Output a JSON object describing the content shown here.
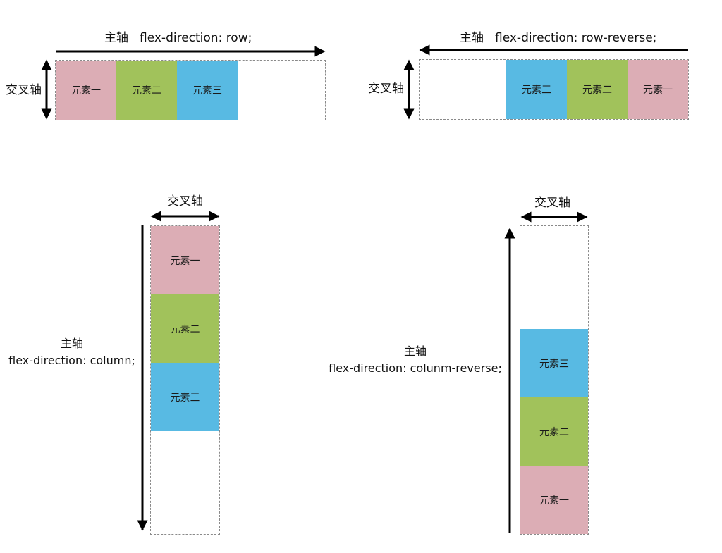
{
  "labels": {
    "main_axis": "主轴",
    "cross_axis": "交叉轴"
  },
  "panels": [
    {
      "direction_label": "flex-direction: row;"
    },
    {
      "direction_label": "flex-direction: row-reverse;"
    },
    {
      "direction_label": "flex-direction: column;"
    },
    {
      "direction_label": "flex-direction: colunm-reverse;"
    }
  ],
  "items": [
    "元素一",
    "元素二",
    "元素三"
  ],
  "colors": {
    "item1": "#dcadb5",
    "item2": "#a1c25b",
    "item3": "#58bae3",
    "arrow": "#000000",
    "border": "#8a8a8a"
  }
}
